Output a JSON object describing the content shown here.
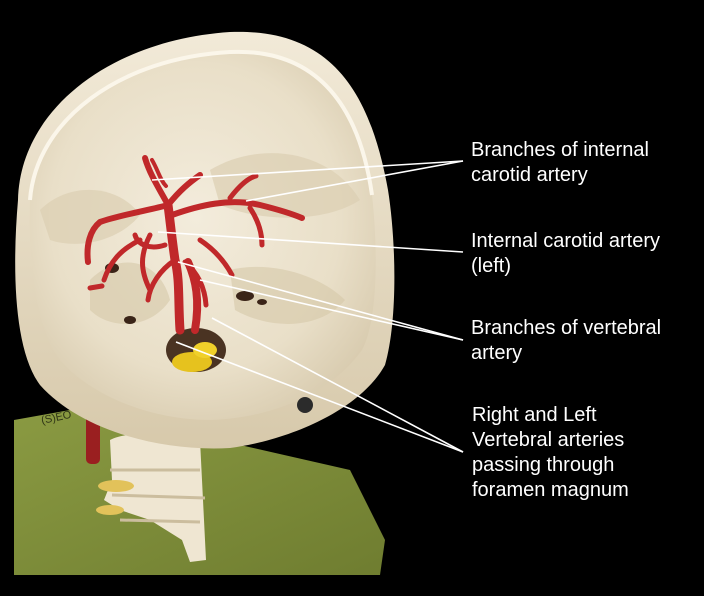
{
  "labels": {
    "branches_internal_carotid": [
      "Branches of internal",
      "carotid artery"
    ],
    "internal_carotid_left": [
      "Internal carotid artery",
      "(left)"
    ],
    "branches_vertebral": [
      "Branches of vertebral",
      "artery"
    ],
    "vertebral_arteries": [
      "Right and Left",
      "Vertebral arteries",
      "passing through",
      "foramen magnum"
    ]
  },
  "base_stamp": "(S)EO",
  "colors": {
    "background": "#000000",
    "bone": "#efe7d5",
    "artery": "#c0282a",
    "stand": "#7e8c3a",
    "vertebral_plug": "#e6c21e",
    "leader_line": "#ffffff"
  }
}
